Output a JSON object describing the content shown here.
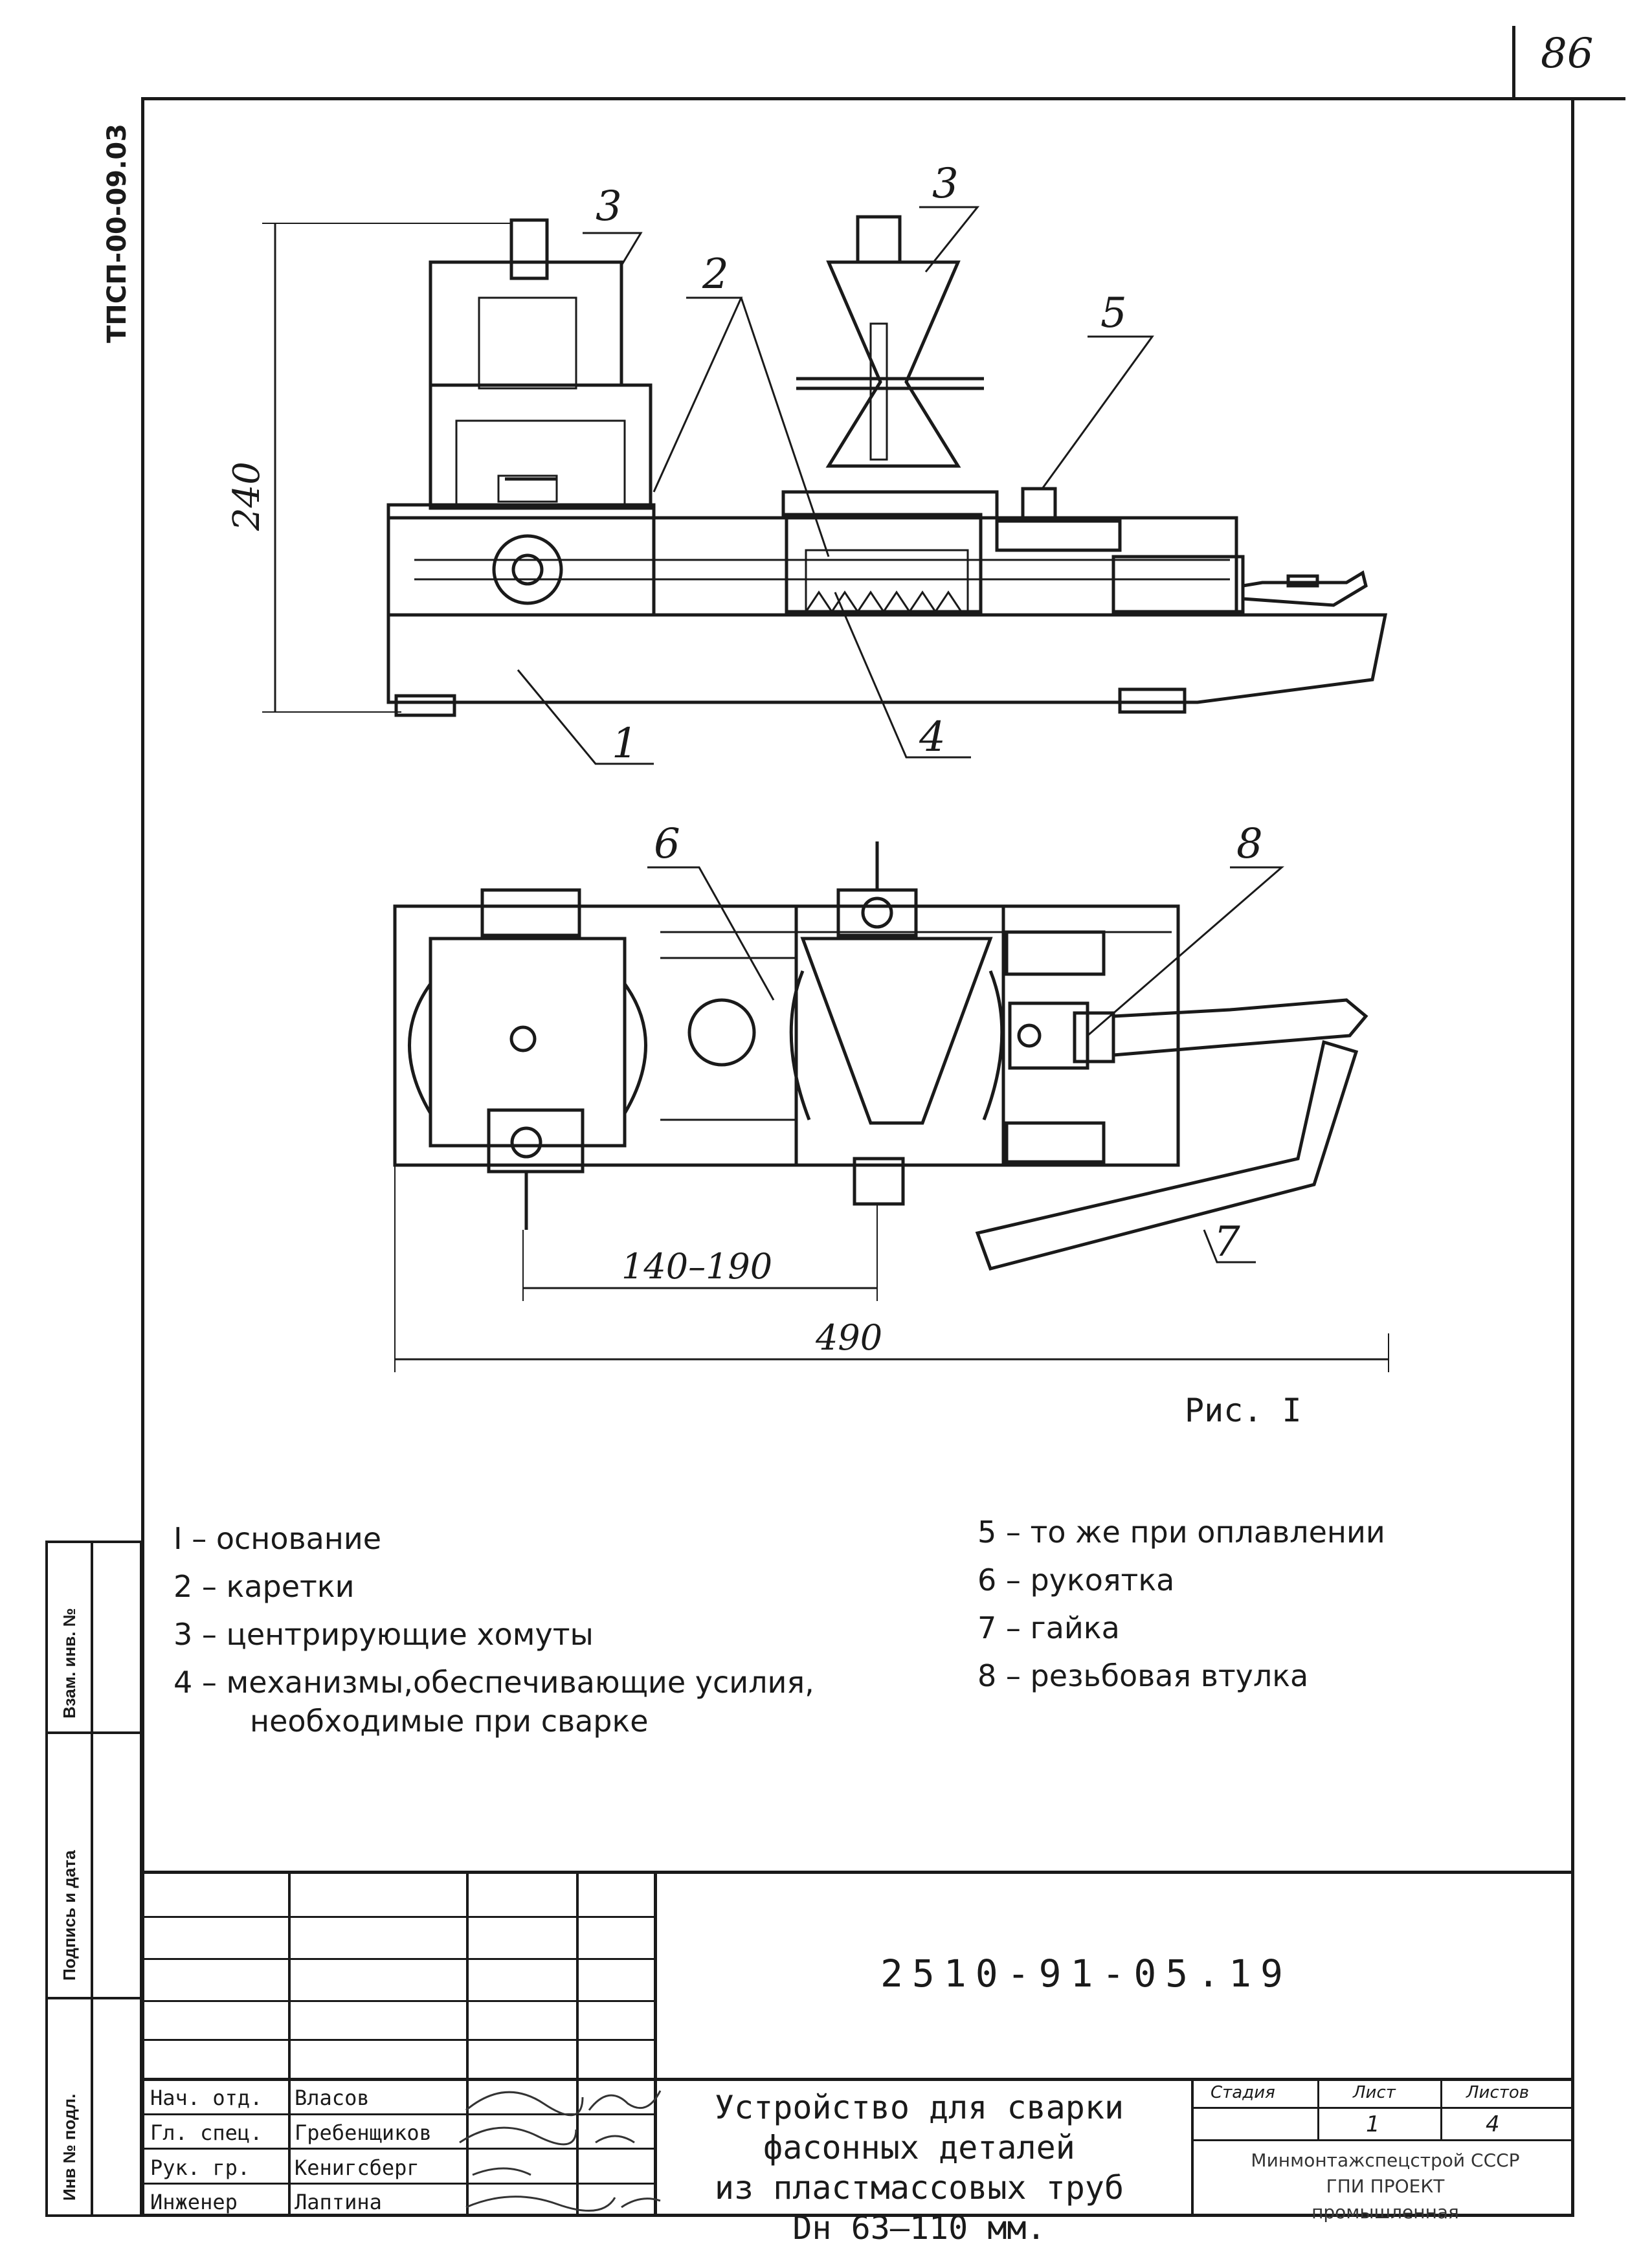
{
  "sheet_number": "86",
  "side_doc_code": "ТПСП-00-09.03",
  "side_stamp_labels": [
    "Инв № подл.",
    "Подпись и дата",
    "Взам. инв. №"
  ],
  "figure": {
    "caption": "Рис. I",
    "callouts": [
      "1",
      "2",
      "3",
      "3",
      "4",
      "5",
      "6",
      "7",
      "8"
    ],
    "dimensions": {
      "height": "240",
      "carriage_gap": "140–190",
      "overall_length": "490"
    }
  },
  "legend": {
    "left": [
      {
        "num": "I",
        "text": "основание"
      },
      {
        "num": "2",
        "text": "каретки"
      },
      {
        "num": "3",
        "text": "центрирующие хомуты"
      },
      {
        "num": "4",
        "text": "механизмы,обеспечивающие усилия,",
        "cont": "необходимые при сварке"
      }
    ],
    "right": [
      {
        "num": "5",
        "text": "то же при оплавлении"
      },
      {
        "num": "6",
        "text": "рукоятка"
      },
      {
        "num": "7",
        "text": "гайка"
      },
      {
        "num": "8",
        "text": "резьбовая втулка"
      }
    ]
  },
  "title_block": {
    "document_code": "2510-91-05.19",
    "title_lines": [
      "Устройство для сварки",
      "фасонных деталей",
      "из пластмассовых труб",
      "Dн 63–110 мм."
    ],
    "headers": {
      "stage": "Стадия",
      "sheet": "Лист",
      "sheets": "Листов"
    },
    "sheet": "1",
    "sheets": "4",
    "organization_lines": [
      "Минмонтажспецстрой СССР",
      "ГПИ ПРОЕКТ",
      "промышленная"
    ],
    "signatures": [
      {
        "role": "Нач. отд.",
        "name": "Власов"
      },
      {
        "role": "Гл. спец.",
        "name": "Гребенщиков"
      },
      {
        "role": "Рук. гр.",
        "name": "Кенигсберг"
      },
      {
        "role": "Инженер",
        "name": "Лаптина"
      }
    ]
  }
}
